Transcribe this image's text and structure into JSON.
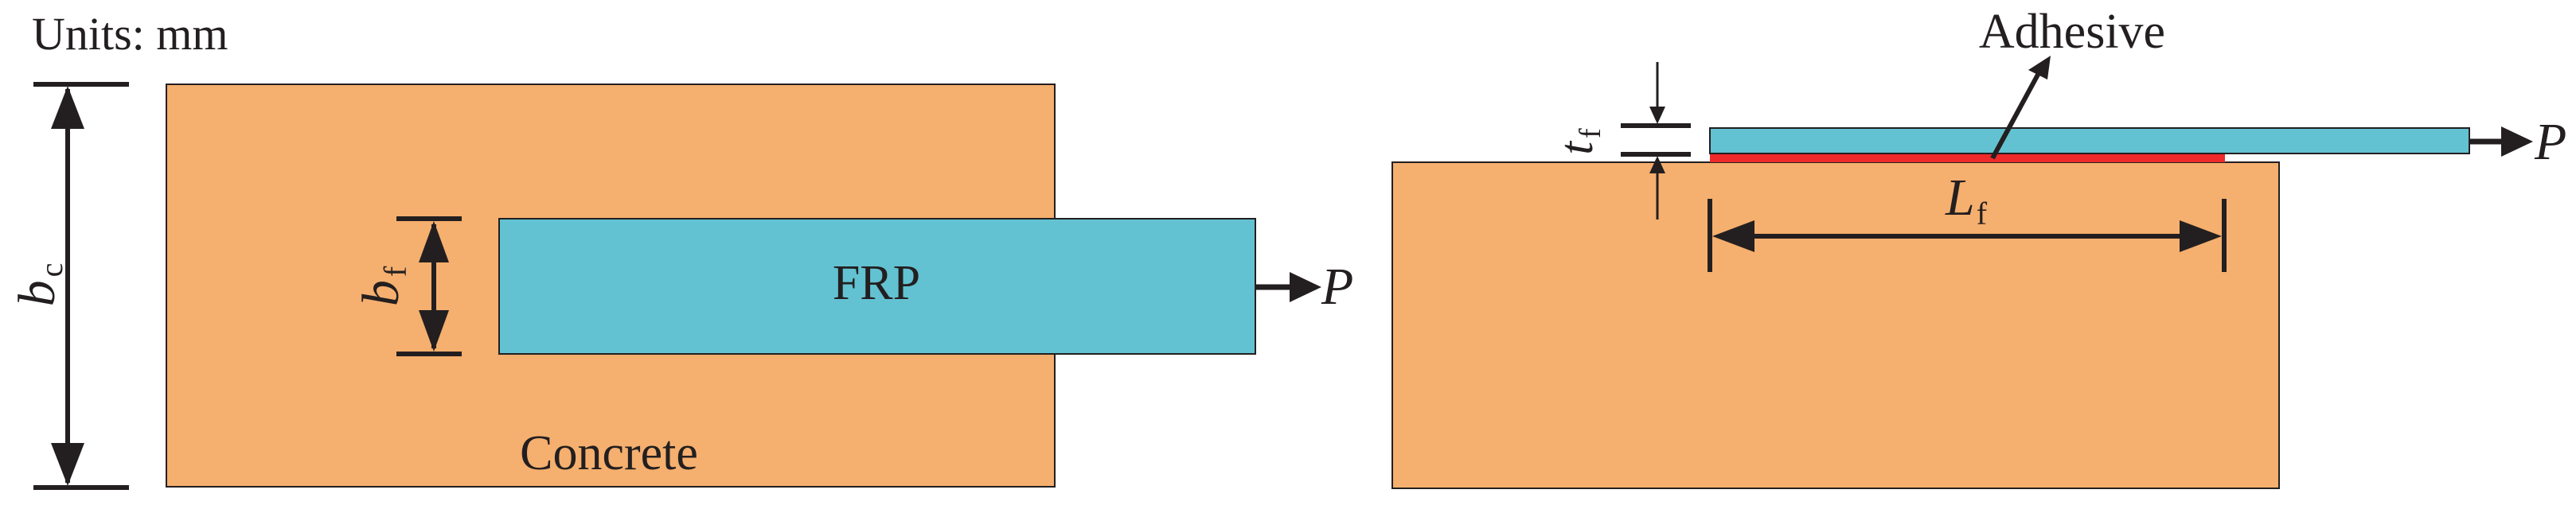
{
  "units_label": "Units: mm",
  "colors": {
    "concrete": "#F5AF6E",
    "frp": "#62C2D1",
    "adhesive": "#EE2A2A",
    "line": "#231F20"
  },
  "plan_view": {
    "concrete_label": "Concrete",
    "frp_label": "FRP",
    "load": "P",
    "dim_bc": {
      "main": "b",
      "sub": "c"
    },
    "dim_bf": {
      "main": "b",
      "sub": "f"
    }
  },
  "side_view": {
    "adhesive_label": "Adhesive",
    "load": "P",
    "dim_tf": {
      "main": "t",
      "sub": "f"
    },
    "dim_Lf": {
      "main": "L",
      "sub": "f"
    }
  }
}
